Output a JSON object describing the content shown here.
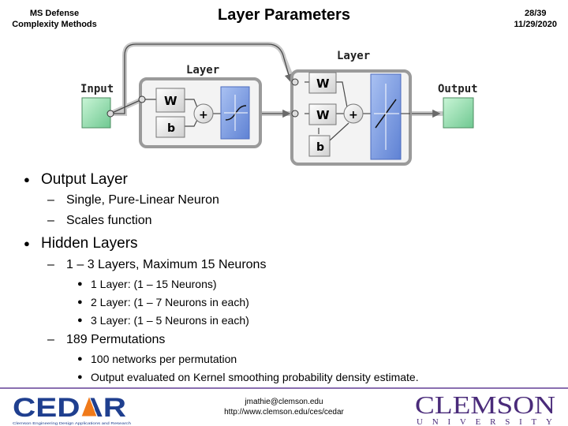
{
  "header": {
    "left_line1": "MS Defense",
    "left_line2": "Complexity Methods",
    "title": "Layer Parameters",
    "page": "28/39",
    "date": "11/29/2020"
  },
  "diagram": {
    "input_label": "Input",
    "output_label": "Output",
    "layer1_label": "Layer",
    "layer2_label": "Layer",
    "weight_label": "W",
    "bias_label": "b",
    "sum_label": "+"
  },
  "bullets": [
    {
      "text": "Output Layer",
      "subs": [
        {
          "text": "Single, Pure-Linear Neuron",
          "subs": []
        },
        {
          "text": "Scales function",
          "subs": []
        }
      ]
    },
    {
      "text": "Hidden Layers",
      "subs": [
        {
          "text": "1 – 3 Layers, Maximum 15 Neurons",
          "subs": [
            "1 Layer: (1 – 15 Neurons)",
            "2 Layer: (1 – 7 Neurons in each)",
            "3 Layer: (1 – 5 Neurons in each)"
          ]
        },
        {
          "text": "189 Permutations",
          "subs": [
            "100 networks per permutation",
            "Output evaluated on Kernel smoothing probability density estimate."
          ]
        }
      ]
    }
  ],
  "markers": {
    "l1": "●",
    "l2": "–",
    "l3": "●"
  },
  "footer": {
    "email": "jmathie@clemson.edu",
    "url": "http://www.clemson.edu/ces/cedar",
    "cedar_logo_text": "CEDAR",
    "cedar_tagline": "Clemson Engineering Design Applications and Research",
    "clemson_logo_text": "CLEMSON",
    "clemson_sub": "UNIVERSITY"
  },
  "colors": {
    "accent": "#8a6fb0",
    "node_green": "#9ee0b3",
    "block_blue": "#7f9fe0",
    "cedar_blue": "#1f3f8f",
    "cedar_orange": "#f07a1a",
    "clemson_purple": "#4a2b7a"
  }
}
